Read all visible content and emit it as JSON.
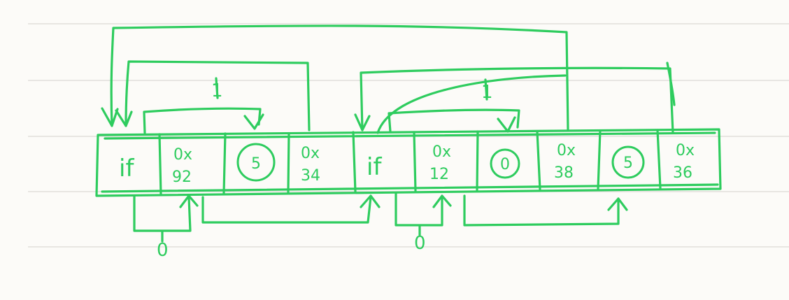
{
  "colors": {
    "paper": "#fcfbf8",
    "rule": "#dcdad4",
    "ink": "#2ecc5e"
  },
  "tape": {
    "cells": [
      {
        "kind": "text",
        "text": "if"
      },
      {
        "kind": "hex",
        "top": "0x",
        "bottom": "92"
      },
      {
        "kind": "circled",
        "text": "5"
      },
      {
        "kind": "hex",
        "top": "0x",
        "bottom": "34"
      },
      {
        "kind": "text",
        "text": "if"
      },
      {
        "kind": "hex",
        "top": "0x",
        "bottom": "12"
      },
      {
        "kind": "circled",
        "text": "0"
      },
      {
        "kind": "hex",
        "top": "0x",
        "bottom": "38"
      },
      {
        "kind": "circled",
        "text": "5"
      },
      {
        "kind": "hex",
        "top": "0x",
        "bottom": "36"
      }
    ]
  },
  "edges": {
    "upper_inner_label_1": "1",
    "upper_inner_label_2": "1",
    "lower_loop_label_1": "0",
    "lower_loop_label_2": "0"
  }
}
